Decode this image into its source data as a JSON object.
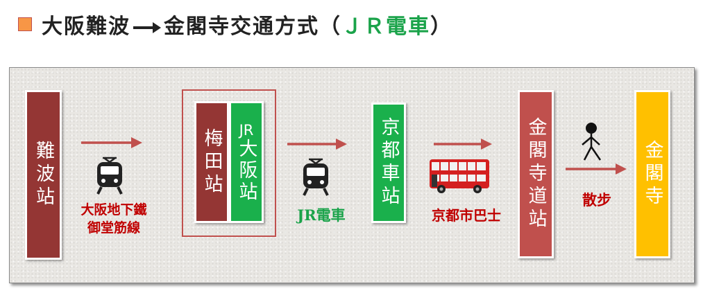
{
  "header": {
    "title_prefix": "大阪難波",
    "title_middle": "金閣寺交通方式（",
    "title_accent": "ＪＲ電車",
    "title_suffix": "）",
    "square_color": "#f79646"
  },
  "stations": {
    "namba": "難波站",
    "umeda": "梅田站",
    "osaka_jr_top": "JR",
    "osaka_jr_bottom": "大阪站",
    "kyoto": "京都車站",
    "kinkakuji_michi": "金閣寺道站",
    "kinkakuji": "金閣寺"
  },
  "transport": {
    "subway_line1": "大阪地下鐵",
    "subway_line2": "御堂筋線",
    "jr": "JR電車",
    "bus": "京都市巴士",
    "walk": "散步"
  },
  "icons": [
    "train-icon",
    "train-icon",
    "bus-icon",
    "walking-person-icon",
    "arrow-right-icon"
  ],
  "colors": {
    "dark_red": "#943634",
    "green": "#1ab04c",
    "light_red": "#c0504d",
    "yellow": "#ffc000",
    "label_red": "#c00000",
    "label_green": "#1aa34a"
  }
}
